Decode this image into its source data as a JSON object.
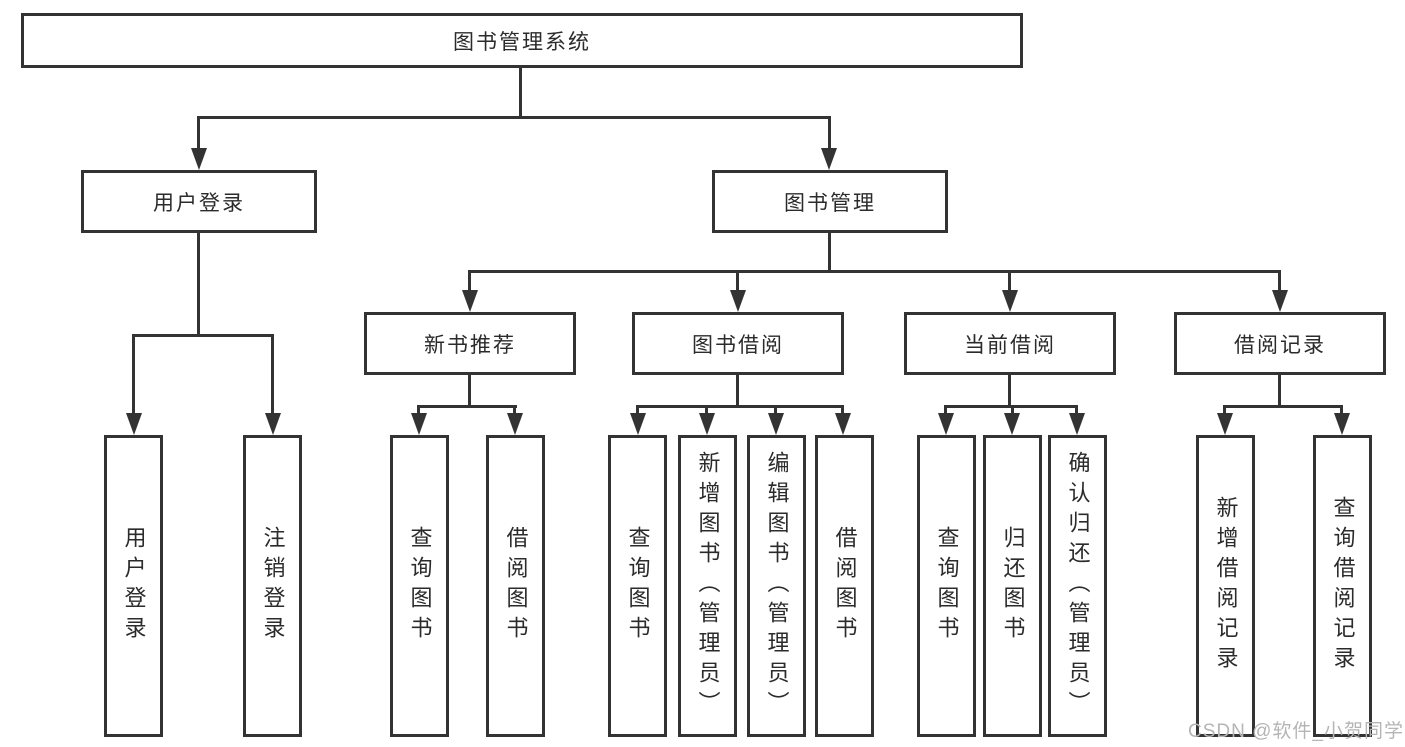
{
  "tree": {
    "root": "图书管理系统",
    "level2": {
      "user_login": "用户登录",
      "book_mgmt": "图书管理"
    },
    "level3": {
      "new_books": "新书推荐",
      "book_borrow": "图书借阅",
      "current_borrow": "当前借阅",
      "borrow_records": "借阅记录"
    },
    "leaves": {
      "user_login": [
        "用户登录",
        "注销登录"
      ],
      "new_books": [
        "查询图书",
        "借阅图书"
      ],
      "book_borrow": [
        "查询图书",
        "新增图书（管理员）",
        "编辑图书（管理员）",
        "借阅图书"
      ],
      "current_borrow": [
        "查询图书",
        "归还图书",
        "确认归还（管理员）"
      ],
      "borrow_records": [
        "新增借阅记录",
        "查询借阅记录"
      ]
    }
  },
  "watermark": "CSDN @软件_小贺同学",
  "colors": {
    "line": "#333333",
    "text": "#2b2b2b",
    "watermark": "#b5b5b5",
    "background": "#ffffff"
  }
}
